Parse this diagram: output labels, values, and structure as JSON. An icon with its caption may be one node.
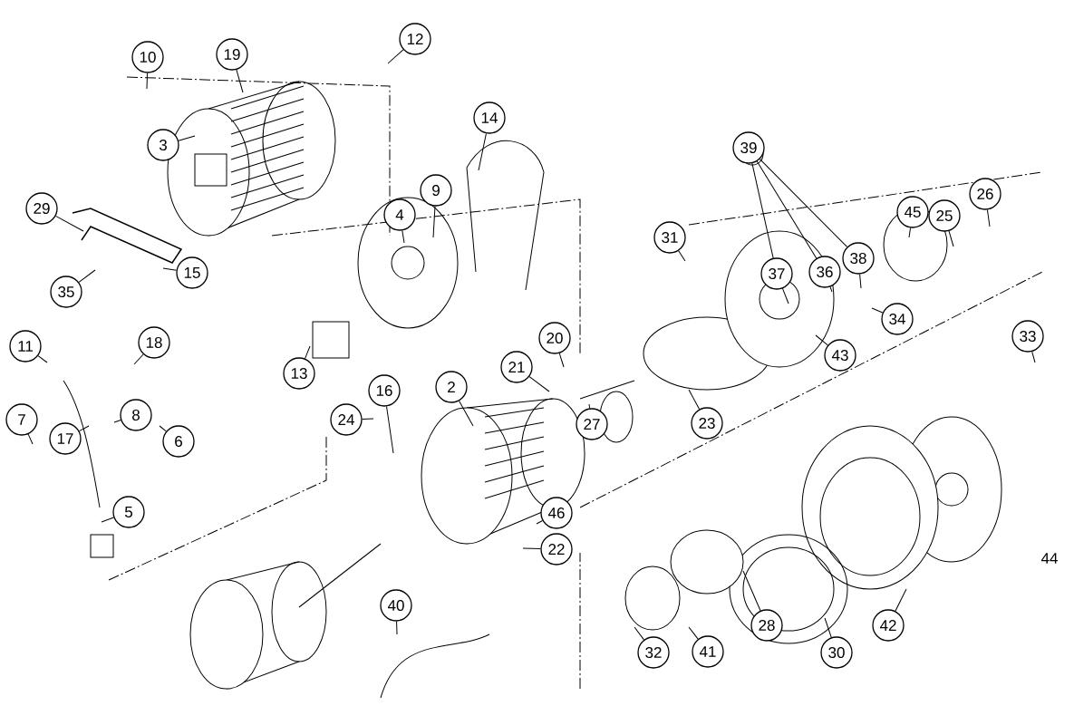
{
  "diagram": {
    "nodes": [
      {
        "text": [
          "10"
        ]
      },
      {
        "text": [
          "19"
        ]
      },
      {
        "text": [
          "12"
        ]
      },
      {
        "text": [
          "3"
        ]
      },
      {
        "text": [
          "29"
        ]
      },
      {
        "text": [
          "39"
        ]
      },
      {
        "text": [
          "26"
        ]
      },
      {
        "text": [
          "25"
        ]
      },
      {
        "text": [
          "45"
        ]
      },
      {
        "text": [
          "14"
        ]
      },
      {
        "text": [
          "9"
        ]
      },
      {
        "text": [
          "4"
        ]
      },
      {
        "text": [
          "38"
        ]
      },
      {
        "text": [
          "36"
        ]
      },
      {
        "text": [
          "37"
        ]
      },
      {
        "text": [
          "31"
        ]
      },
      {
        "text": [
          "35"
        ]
      },
      {
        "text": [
          "15"
        ]
      },
      {
        "text": [
          "34"
        ]
      },
      {
        "text": [
          "11"
        ]
      },
      {
        "text": [
          "18"
        ]
      },
      {
        "text": [
          "13"
        ]
      },
      {
        "text": [
          "43"
        ]
      },
      {
        "text": [
          "20"
        ]
      },
      {
        "text": [
          "21"
        ]
      },
      {
        "text": [
          "2"
        ]
      },
      {
        "text": [
          "33"
        ]
      },
      {
        "text": [
          "27"
        ]
      },
      {
        "text": [
          "23"
        ]
      },
      {
        "text": [
          "16"
        ]
      },
      {
        "text": [
          "7"
        ]
      },
      {
        "text": [
          "8"
        ]
      },
      {
        "text": [
          "17"
        ]
      },
      {
        "text": [
          "6"
        ]
      },
      {
        "text": [
          "24"
        ]
      },
      {
        "text": [
          "5"
        ]
      },
      {
        "text": [
          "46"
        ]
      },
      {
        "text": [
          "22"
        ]
      },
      {
        "text": [
          "40"
        ]
      },
      {
        "text": [
          "32"
        ]
      },
      {
        "text": [
          "41"
        ]
      },
      {
        "text": [
          "28"
        ]
      },
      {
        "text": [
          "30"
        ]
      },
      {
        "text": [
          "42"
        ]
      }
    ],
    "edges": [
      {
        "from": 0,
        "to": null,
        "arrow": "none"
      },
      {
        "from": 1,
        "to": null,
        "arrow": "none"
      },
      {
        "from": 2,
        "to": null,
        "arrow": "none"
      },
      {
        "from": 3,
        "to": null,
        "arrow": "none"
      },
      {
        "from": 4,
        "to": null,
        "arrow": "none"
      },
      {
        "from": 6,
        "to": null,
        "arrow": "none"
      },
      {
        "from": 7,
        "to": null,
        "arrow": "none"
      },
      {
        "from": 8,
        "to": null,
        "arrow": "none"
      },
      {
        "from": 9,
        "to": null,
        "arrow": "none"
      },
      {
        "from": 10,
        "to": null,
        "arrow": "none"
      },
      {
        "from": 11,
        "to": null,
        "arrow": "none"
      },
      {
        "from": 12,
        "to": null,
        "arrow": "none"
      },
      {
        "from": 13,
        "to": null,
        "arrow": "none"
      },
      {
        "from": 14,
        "to": null,
        "arrow": "none"
      },
      {
        "from": 15,
        "to": null,
        "arrow": "none"
      },
      {
        "from": 16,
        "to": null,
        "arrow": "none"
      },
      {
        "from": 17,
        "to": null,
        "arrow": "none"
      },
      {
        "from": 18,
        "to": null,
        "arrow": "none"
      },
      {
        "from": 19,
        "to": null,
        "arrow": "none"
      },
      {
        "from": 20,
        "to": null,
        "arrow": "none"
      },
      {
        "from": 21,
        "to": null,
        "arrow": "none"
      },
      {
        "from": 22,
        "to": null,
        "arrow": "none"
      },
      {
        "from": 23,
        "to": null,
        "arrow": "none"
      },
      {
        "from": 24,
        "to": null,
        "arrow": "none"
      },
      {
        "from": 25,
        "to": null,
        "arrow": "none"
      },
      {
        "from": 26,
        "to": null,
        "arrow": "none"
      },
      {
        "from": 27,
        "to": null,
        "arrow": "none"
      },
      {
        "from": 28,
        "to": null,
        "arrow": "none"
      },
      {
        "from": 29,
        "to": null,
        "arrow": "none"
      },
      {
        "from": 30,
        "to": null,
        "arrow": "none"
      },
      {
        "from": 31,
        "to": null,
        "arrow": "none"
      },
      {
        "from": 32,
        "to": null,
        "arrow": "none"
      },
      {
        "from": 33,
        "to": null,
        "arrow": "none"
      },
      {
        "from": 34,
        "to": null,
        "arrow": "none"
      },
      {
        "from": 35,
        "to": null,
        "arrow": "none"
      },
      {
        "from": 36,
        "to": null,
        "arrow": "none"
      },
      {
        "from": 37,
        "to": null,
        "arrow": "none"
      },
      {
        "from": 38,
        "to": null,
        "arrow": "none"
      },
      {
        "from": 39,
        "to": null,
        "arrow": "none"
      },
      {
        "from": 40,
        "to": null,
        "arrow": "none"
      },
      {
        "from": 41,
        "to": null,
        "arrow": "none"
      },
      {
        "from": 42,
        "to": null,
        "arrow": "none"
      },
      {
        "from": 43,
        "to": null,
        "arrow": "none"
      },
      {
        "from": 5,
        "to": 14,
        "arrow": "none"
      },
      {
        "from": 5,
        "to": 13,
        "arrow": "none"
      },
      {
        "from": 5,
        "to": 12,
        "arrow": "none"
      }
    ],
    "labels": [
      "44"
    ]
  }
}
